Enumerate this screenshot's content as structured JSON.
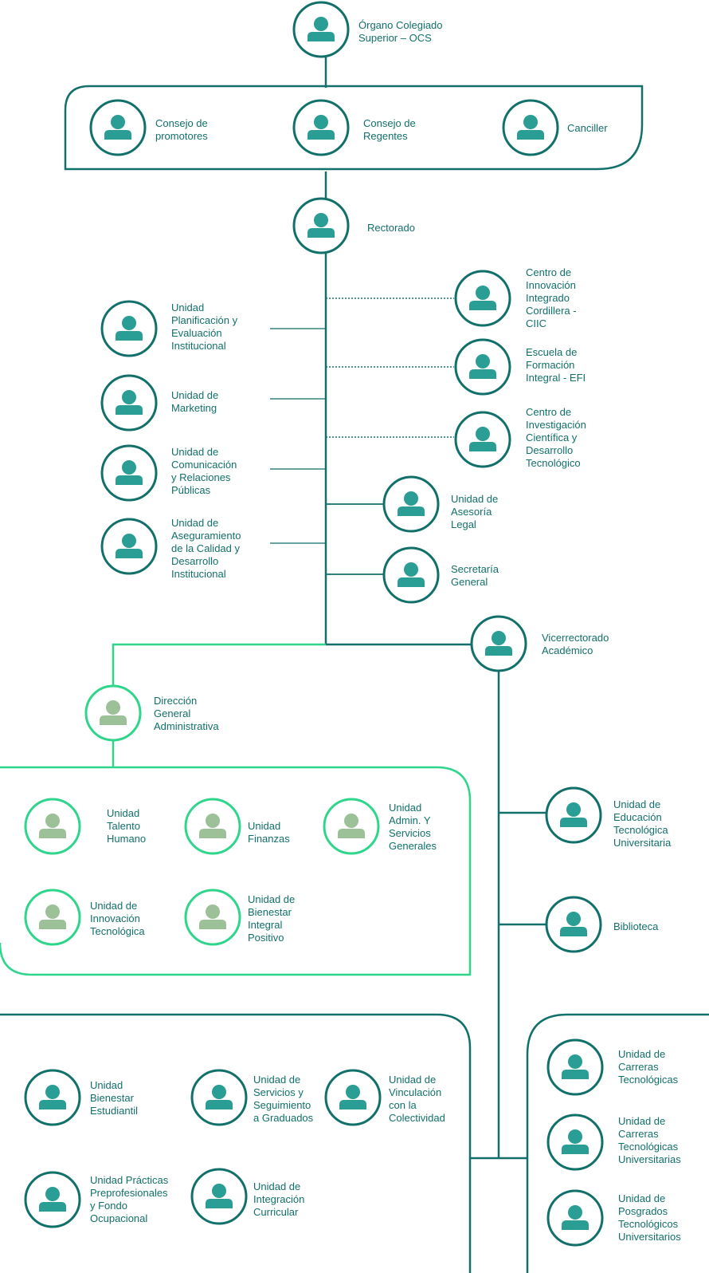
{
  "colors": {
    "dark": "#12706a",
    "teal": "#2a9d95",
    "bright": "#2ed58a",
    "sage": "#9cc097",
    "text": "#12706a"
  },
  "nodes": [
    {
      "id": "ocs",
      "label": "Órgano Colegiado\nSuperior – OCS",
      "style": "dark"
    },
    {
      "id": "promotores",
      "label": "Consejo de\npromotores",
      "style": "dark"
    },
    {
      "id": "regentes",
      "label": "Consejo de\nRegentes",
      "style": "dark"
    },
    {
      "id": "canciller",
      "label": "Canciller",
      "style": "dark"
    },
    {
      "id": "rectorado",
      "label": "Rectorado",
      "style": "dark"
    },
    {
      "id": "ciic",
      "label": "Centro de\nInnovación\nIntegrado\nCordillera -\nCIIC",
      "style": "dark"
    },
    {
      "id": "planificacion",
      "label": "Unidad\nPlanificación y\nEvaluación\nInstitucional",
      "style": "dark"
    },
    {
      "id": "efi",
      "label": "Escuela de\nFormación\nIntegral - EFI",
      "style": "dark"
    },
    {
      "id": "marketing",
      "label": "Unidad de\nMarketing",
      "style": "dark"
    },
    {
      "id": "investigacion",
      "label": "Centro de\nInvestigación\nCientífica y\nDesarrollo\nTecnológico",
      "style": "dark"
    },
    {
      "id": "comunicacion",
      "label": "Unidad de\nComunicación\ny Relaciones\nPúblicas",
      "style": "dark"
    },
    {
      "id": "legal",
      "label": "Unidad de\nAsesoría\nLegal",
      "style": "dark"
    },
    {
      "id": "calidad",
      "label": "Unidad de\nAseguramiento\nde la Calidad y\nDesarrollo\nInstitucional",
      "style": "dark"
    },
    {
      "id": "secretaria",
      "label": "Secretaría\nGeneral",
      "style": "dark"
    },
    {
      "id": "vicerrectorado",
      "label": "Vicerrectorado\nAcadémico",
      "style": "dark"
    },
    {
      "id": "direccion",
      "label": "Dirección\nGeneral\nAdministrativa",
      "style": "green"
    },
    {
      "id": "talento",
      "label": "Unidad\nTalento\nHumano",
      "style": "green"
    },
    {
      "id": "finanzas",
      "label": "Unidad\nFinanzas",
      "style": "green"
    },
    {
      "id": "admin",
      "label": "Unidad\nAdmin. Y\nServicios\nGenerales",
      "style": "green"
    },
    {
      "id": "innovacion",
      "label": "Unidad de\nInnovación\nTecnológica",
      "style": "green"
    },
    {
      "id": "bienestar_integral",
      "label": "Unidad de\nBienestar\nIntegral\nPositivo",
      "style": "green"
    },
    {
      "id": "educacion",
      "label": "Unidad de\nEducación\nTecnológica\nUniversitaria",
      "style": "dark"
    },
    {
      "id": "biblioteca",
      "label": "Biblioteca",
      "style": "dark"
    },
    {
      "id": "bienestar_est",
      "label": "Unidad\nBienestar\nEstudiantil",
      "style": "dark"
    },
    {
      "id": "graduados",
      "label": "Unidad de\nServicios y\nSeguimiento\na Graduados",
      "style": "dark"
    },
    {
      "id": "vinculacion",
      "label": "Unidad de\nVinculación\ncon la\nColectividad",
      "style": "dark"
    },
    {
      "id": "practicas",
      "label": "Unidad Prácticas\nPreprofesionales\ny Fondo\nOcupacional",
      "style": "dark"
    },
    {
      "id": "integracion",
      "label": "Unidad de\nIntegración\nCurricular",
      "style": "dark"
    },
    {
      "id": "carreras",
      "label": "Unidad de\nCarreras\nTecnológicas",
      "style": "dark"
    },
    {
      "id": "carreras_univ",
      "label": "Unidad de\nCarreras\nTecnológicas\nUniversitarias",
      "style": "dark"
    },
    {
      "id": "posgrados",
      "label": "Unidad de\nPosgrados\nTecnológicos\nUniversitarios",
      "style": "dark"
    }
  ]
}
